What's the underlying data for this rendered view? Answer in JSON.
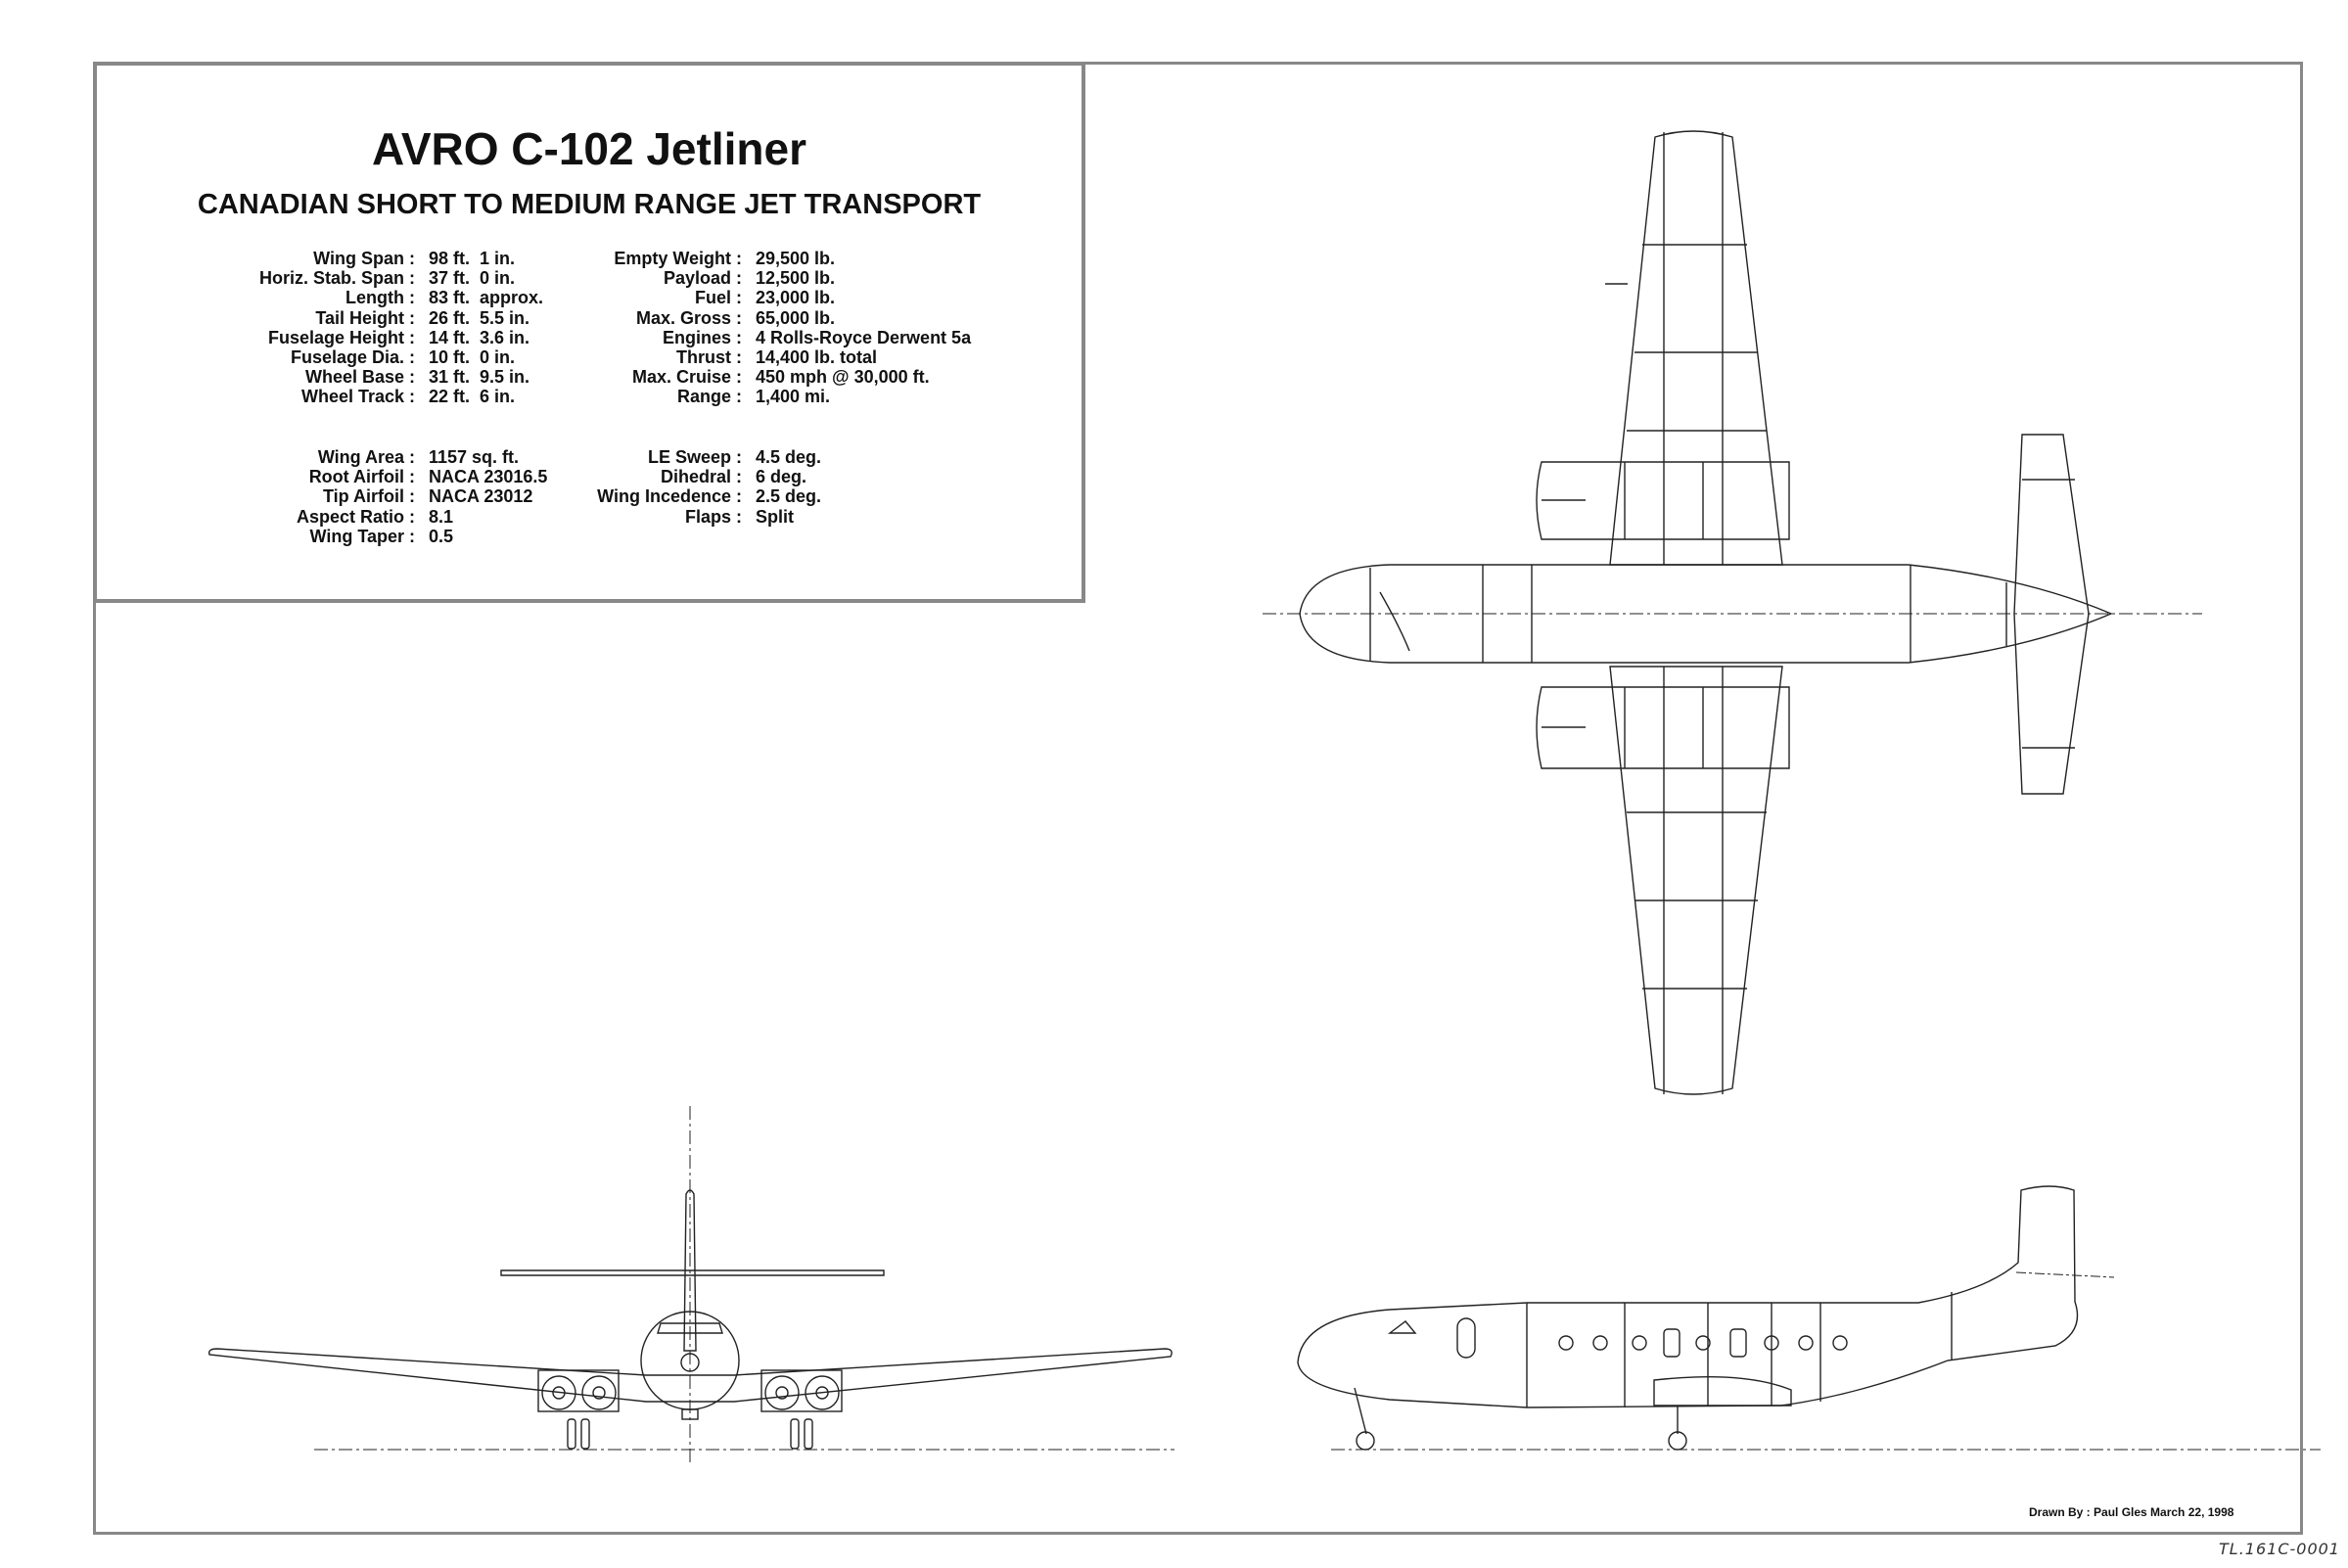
{
  "title": "AVRO C-102 Jetliner",
  "subtitle": "CANADIAN SHORT TO MEDIUM RANGE JET TRANSPORT",
  "specs_left_a": [
    {
      "label": "Wing Span :",
      "value": "98 ft.  1 in."
    },
    {
      "label": "Horiz. Stab. Span :",
      "value": "37 ft.  0 in."
    },
    {
      "label": "Length :",
      "value": "83 ft.  approx."
    },
    {
      "label": "Tail Height :",
      "value": "26 ft.  5.5 in."
    },
    {
      "label": "Fuselage Height :",
      "value": "14 ft.  3.6 in."
    },
    {
      "label": "Fuselage Dia. :",
      "value": "10 ft.  0 in."
    },
    {
      "label": "Wheel Base :",
      "value": "31 ft.  9.5 in."
    },
    {
      "label": "Wheel Track :",
      "value": "22 ft.  6 in."
    }
  ],
  "specs_left_b": [
    {
      "label": "Wing Area :",
      "value": "1157 sq. ft."
    },
    {
      "label": "Root Airfoil :",
      "value": "NACA 23016.5"
    },
    {
      "label": "Tip Airfoil :",
      "value": "NACA 23012"
    },
    {
      "label": "Aspect Ratio :",
      "value": "8.1"
    },
    {
      "label": "Wing Taper :",
      "value": "0.5"
    }
  ],
  "specs_right_a": [
    {
      "label": "Empty Weight :",
      "value": "29,500 lb."
    },
    {
      "label": "Payload :",
      "value": "12,500 lb."
    },
    {
      "label": "Fuel :",
      "value": "23,000 lb."
    },
    {
      "label": "Max. Gross :",
      "value": "65,000 lb."
    },
    {
      "label": "Engines :",
      "value": "4 Rolls-Royce Derwent 5a"
    },
    {
      "label": "Thrust :",
      "value": "14,400 lb. total"
    },
    {
      "label": "Max. Cruise :",
      "value": "450 mph @ 30,000 ft."
    },
    {
      "label": "Range :",
      "value": "1,400 mi."
    }
  ],
  "specs_right_b": [
    {
      "label": "LE Sweep :",
      "value": "4.5 deg."
    },
    {
      "label": "Dihedral :",
      "value": "6 deg."
    },
    {
      "label": "Wing Incedence :",
      "value": "2.5 deg."
    },
    {
      "label": "Flaps :",
      "value": "Split"
    }
  ],
  "credit": "Drawn By : Paul Gles  March 22, 1998",
  "reference": "TL.161C-0001"
}
